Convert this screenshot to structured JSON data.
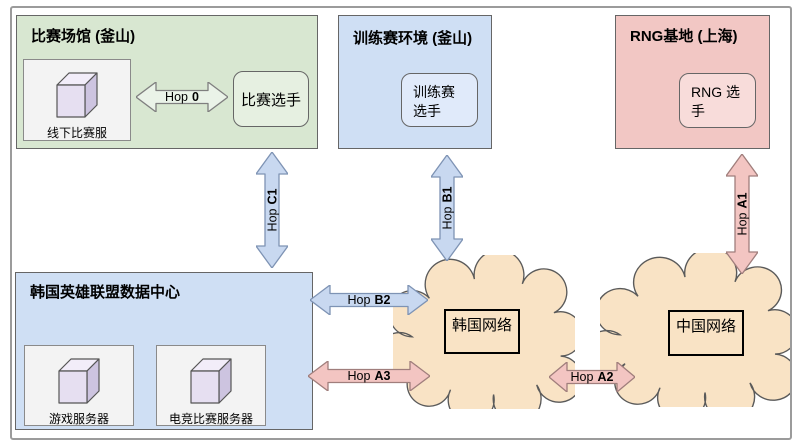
{
  "diagram": {
    "venue": {
      "title": "比赛场馆 (釜山)",
      "server": "线下比赛服",
      "player": "比赛选手"
    },
    "scrim": {
      "title": "训练赛环境 (釜山)",
      "player": "训练赛选手"
    },
    "rng": {
      "title": "RNG基地 (上海)",
      "player": "RNG 选手"
    },
    "datacenter": {
      "title": "韩国英雄联盟数据中心",
      "server1": "游戏服务器",
      "server2": "电竞比赛服务器"
    },
    "clouds": {
      "korea": "韩国网络",
      "china": "中国网络"
    },
    "hops": {
      "h0": {
        "prefix": "Hop",
        "id": "0"
      },
      "c1": {
        "prefix": "Hop",
        "id": "C1"
      },
      "b1": {
        "prefix": "Hop",
        "id": "B1"
      },
      "a1": {
        "prefix": "Hop",
        "id": "A1"
      },
      "b2": {
        "prefix": "Hop",
        "id": "B2"
      },
      "a3": {
        "prefix": "Hop",
        "id": "A3"
      },
      "a2": {
        "prefix": "Hop",
        "id": "A2"
      }
    }
  },
  "colors": {
    "green_fill": "#d8e7d1",
    "green_light": "#e6f0e1",
    "blue_fill": "#cfdff4",
    "blue_light": "#e0eafa",
    "pink_fill": "#f2c7c4",
    "pink_light": "#f8dcda",
    "gray_fill": "#f3f3f3",
    "cloud_fill": "#f9e3c5",
    "blue_arrow": "#c8d8f0",
    "pink_arrow": "#f3c5c2",
    "arrow0_fill": "#eaf3e8",
    "box_border": "#666666"
  }
}
